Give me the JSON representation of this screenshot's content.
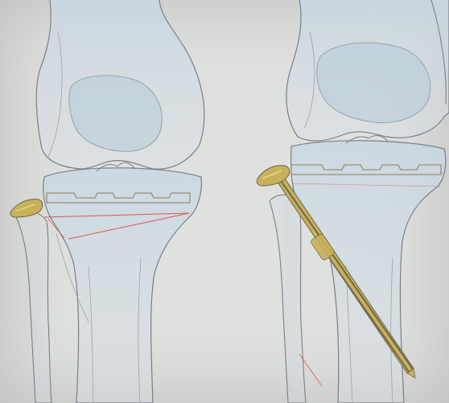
{
  "figure": {
    "panels": [
      {
        "id": "preop",
        "structures": [
          "femur",
          "tibia",
          "fibula",
          "tibial-plateau-implant",
          "posterior-fracture-fragment",
          "fixation-anchor"
        ]
      },
      {
        "id": "postop",
        "structures": [
          "femur",
          "tibia",
          "fibula",
          "tibial-plateau-implant",
          "fixation-screw",
          "fixation-anchor"
        ]
      }
    ],
    "colors": {
      "background": "#dfe1df",
      "bone_fill": "#c5d4df",
      "bone_outline": "#7a7f86",
      "implant_outline": "#a49a86",
      "fracture_line": "#d9554f",
      "screw_gold": "#c7b25a",
      "screw_thread": "#6e6650",
      "screw_head": "#e3d48a"
    }
  }
}
